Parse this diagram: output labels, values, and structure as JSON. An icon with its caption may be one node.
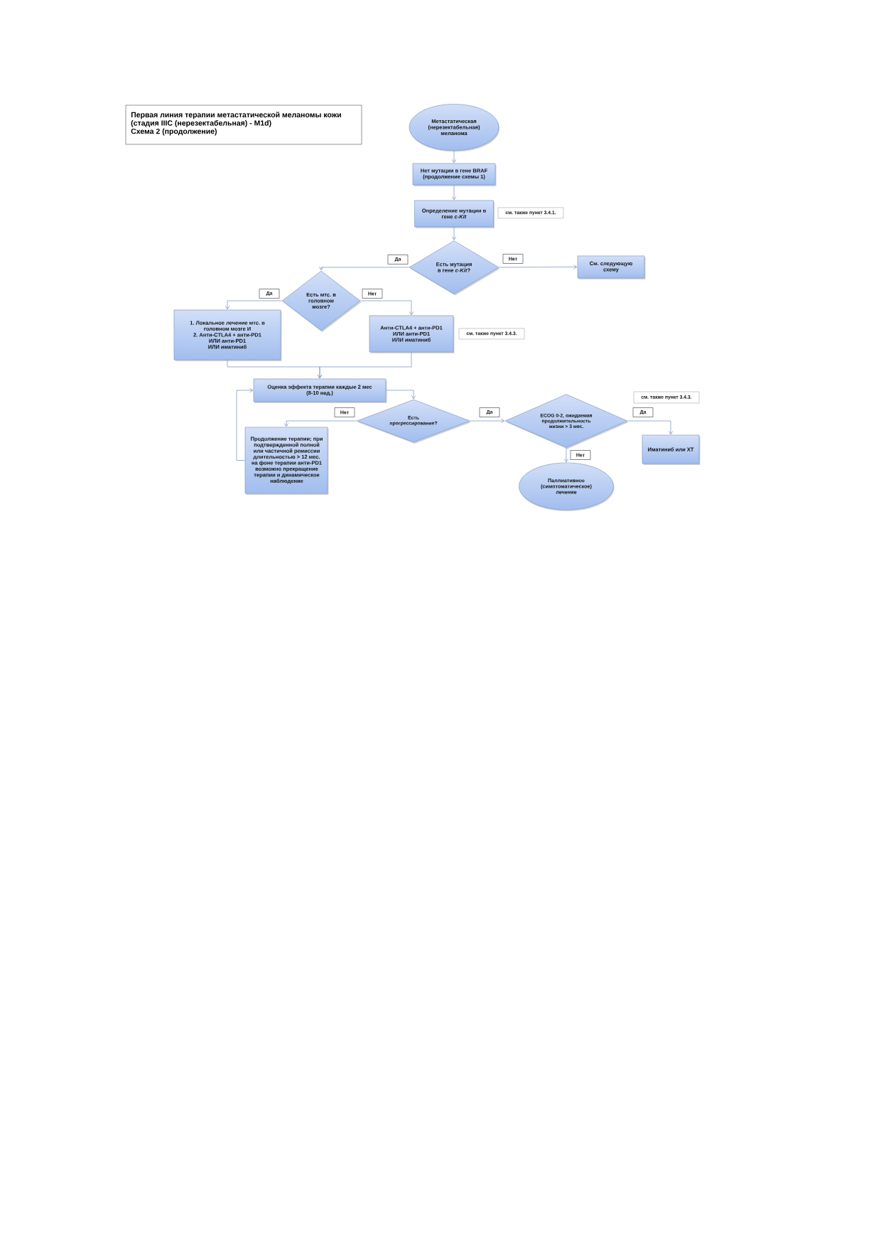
{
  "diagram": {
    "title": "Первая линия терапии метастатической меланомы кожи (стадия IIIC (нерезектабельная) - M1d)",
    "nodes": [
      {
        "text": [
          "Метастатическая (нерезектабельная) меланома"
        ]
      },
      {
        "text": [
          "Нет мутации в гене BRAF (продолжение схемы 1)"
        ]
      },
      {
        "text": [
          "Определение мутации в гене *c-Kit*"
        ],
        "beside": [
          "см. также пункт 3.4.1."
        ]
      },
      {
        "text": [
          "Есть мутация в гене *c-Kit*?"
        ]
      },
      {
        "text": [
          "См. следующую схему"
        ]
      },
      {
        "text": [
          "Есть мтс. в головном мозге?"
        ]
      },
      {
        "text": [
          "1. Локальное лечение мтс. в головном мозге И",
          "2. Анти-CTLA4 + анти-PD1",
          "ИЛИ анти-PD1",
          "ИЛИ иматиниб"
        ]
      },
      {
        "text": [
          "Анти-CTLA4 + анти-PD1",
          "ИЛИ анти-PD1",
          "ИЛИ иматиниб"
        ],
        "beside": [
          "см. также пункт 3.4.3."
        ]
      },
      {
        "text": [
          "Оценка эффекта терапии каждые 2 мес (8-10 нед.)"
        ]
      },
      {
        "text": [
          "Есть прогрессирование?"
        ]
      },
      {
        "text": [
          "Продолжение терапии; при подтвержденной полной или частичной ремиссии длительностью > 12 мес. на фоне терапии анти-PD1 возможно прекращение терапии и динамическое наблюдение"
        ]
      },
      {
        "text": [
          "ECOG 0-2, ожидаемая продолжительность жизни > 3 мес."
        ]
      },
      {
        "text": [
          "Иматиниб или ХТ"
        ]
      },
      {
        "text": [
          "Паллиативное (симптоматическое) лечение"
        ]
      }
    ],
    "edges": [
      {
        "from": 0,
        "to": 1,
        "arrow": "to"
      },
      {
        "from": 1,
        "to": 2,
        "arrow": "to"
      },
      {
        "from": 2,
        "to": 3,
        "arrow": "to"
      },
      {
        "from": 3,
        "to": 5,
        "arrow": "to",
        "label": "Да"
      },
      {
        "from": 3,
        "to": 4,
        "arrow": "to",
        "label": "Нет"
      },
      {
        "from": 5,
        "to": 6,
        "arrow": "to",
        "label": "Да"
      },
      {
        "from": 5,
        "to": 7,
        "arrow": "to",
        "label": "Нет"
      },
      {
        "from": 6,
        "to": 8,
        "arrow": "to"
      },
      {
        "from": 7,
        "to": 8,
        "arrow": "to"
      },
      {
        "from": 8,
        "to": 9,
        "arrow": "to"
      },
      {
        "from": 9,
        "to": 10,
        "arrow": "to",
        "label": "Нет"
      },
      {
        "from": 10,
        "to": 8,
        "arrow": "to"
      },
      {
        "from": 9,
        "to": 11,
        "arrow": "to",
        "label": "Да"
      },
      {
        "from": 11,
        "to": 12,
        "arrow": "to",
        "label": "Да"
      },
      {
        "from": 11,
        "to": 13,
        "arrow": "to",
        "label": "Нет"
      }
    ],
    "labels": [
      "Схема 2 (продолжение)",
      "см. также пункт 3.4.3."
    ]
  }
}
